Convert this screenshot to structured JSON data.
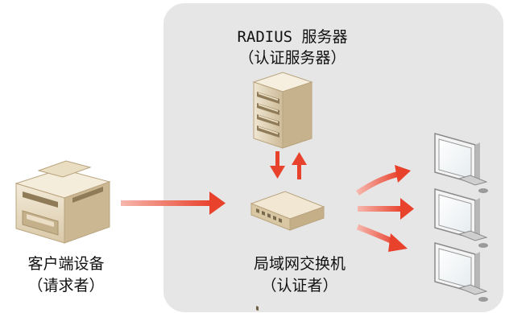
{
  "labels": {
    "radius_server": "RADIUS 服务器",
    "radius_role": "（认证服务器）",
    "client_device": "客户端设备",
    "client_role": "（请求者）",
    "lan_switch": "局域网交换机",
    "switch_role": "（认证者）"
  },
  "icons": {
    "server": "server-rack-icon",
    "device": "multifunction-printer-icon",
    "switch": "network-switch-icon",
    "monitors": "computer-monitor-icon"
  },
  "colors": {
    "zone_background": "#e6e6e6",
    "arrow_red": "#e8412c",
    "text": "#111111"
  }
}
